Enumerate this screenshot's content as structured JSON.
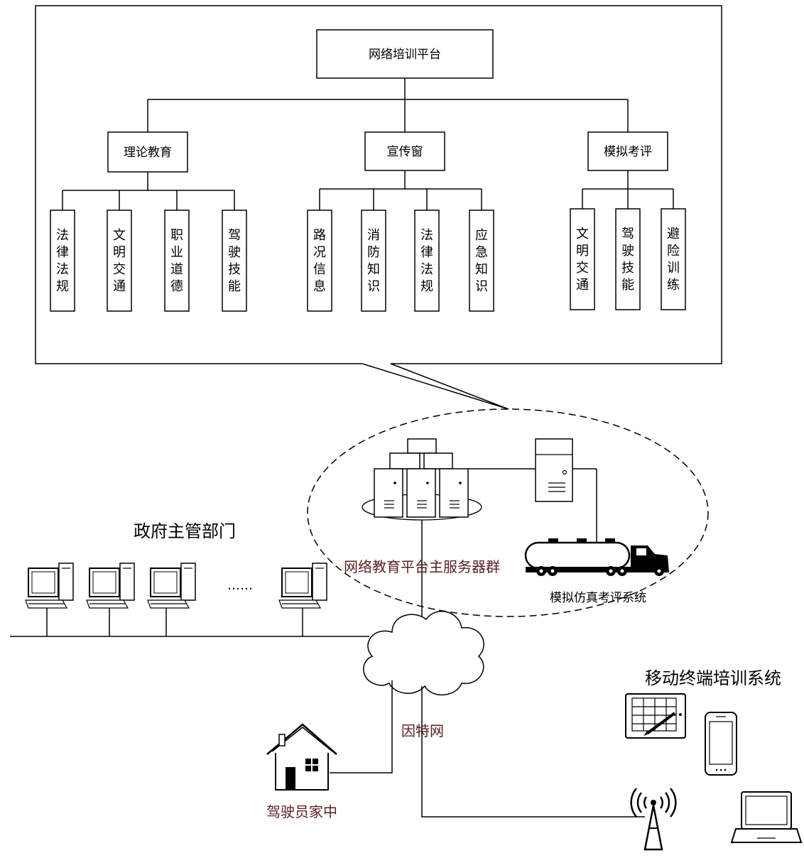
{
  "tree": {
    "root": "网络培训平台",
    "groups": [
      {
        "name": "理论教育",
        "children": [
          "法律法规",
          "文明交通",
          "职业道德",
          "驾驶技能"
        ]
      },
      {
        "name": "宣传窗",
        "children": [
          "路况信息",
          "消防知识",
          "法律法规",
          "应急知识"
        ]
      },
      {
        "name": "模拟考评",
        "children": [
          "文明交通",
          "驾驶技能",
          "避险训练"
        ]
      }
    ]
  },
  "network": {
    "government_label": "政府主管部门",
    "ellipsis": "……",
    "server_cluster_label": "网络教育平台主服务器群",
    "simulation_label": "模拟仿真考评系统",
    "internet_label": "因特网",
    "home_label": "驾驶员家中",
    "mobile_label": "移动终端培训系统"
  }
}
